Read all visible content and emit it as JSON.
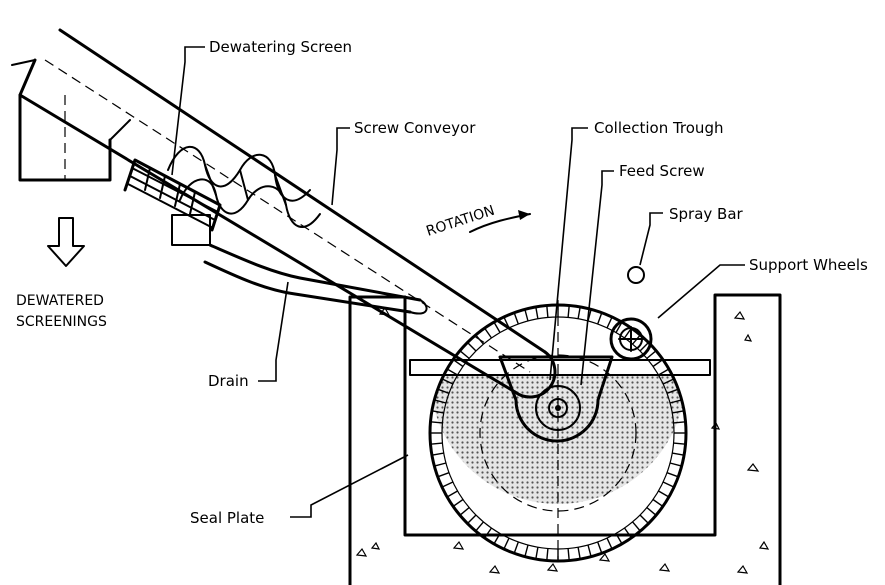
{
  "labels": {
    "dewatering_screen": "Dewatering Screen",
    "screw_conveyor": "Screw Conveyor",
    "collection_trough": "Collection Trough",
    "feed_screw": "Feed Screw",
    "spray_bar": "Spray Bar",
    "support_wheels": "Support Wheels",
    "rotation": "ROTATION",
    "dewatered_line1": "DEWATERED",
    "dewatered_line2": "SCREENINGS",
    "drain": "Drain",
    "seal_plate": "Seal Plate"
  },
  "icons": {
    "discharge_arrow": "down-arrow-icon",
    "rotation_arrow": "curved-arrow-icon"
  },
  "colors": {
    "line": "#000000",
    "background": "#ffffff",
    "water_fill": "#cfcfcf"
  }
}
